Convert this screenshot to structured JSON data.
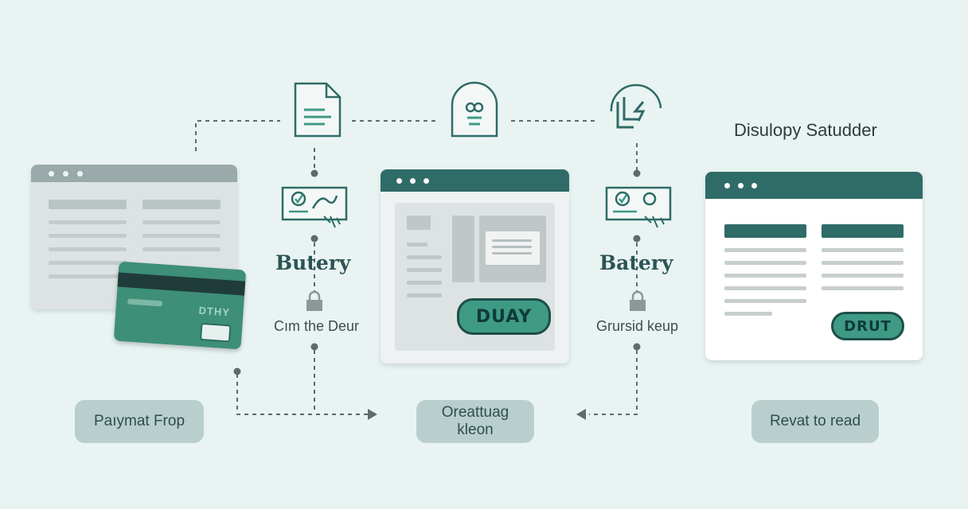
{
  "title": "Disulopy Satudder",
  "steps": {
    "left_heading": "Butery",
    "right_heading": "Batery",
    "left_caption": "Cım the Deur",
    "right_caption": "Grursid keup"
  },
  "card": {
    "label": "DTHY"
  },
  "center_window": {
    "button_label": "DUAY"
  },
  "right_window": {
    "button_label": "DRUT"
  },
  "bottom_labels": {
    "left": "Paıymat Frop",
    "center": "Oreattuag kleon",
    "right": "Revat to read"
  },
  "colors": {
    "background": "#e9f4f2",
    "accent_teal": "#2f6b67",
    "card_green": "#3e8f77",
    "button_green": "#3f9a84",
    "label_pill": "#b9cfcd"
  }
}
